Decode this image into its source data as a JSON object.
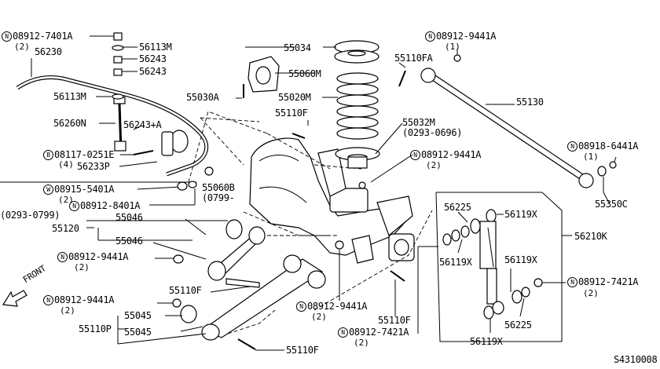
{
  "labels": {
    "l_08912_7401A": {
      "prefix": "N",
      "text": "08912-7401A",
      "qty": "(2)"
    },
    "l_56230": "56230",
    "l_56113M_top": "56113M",
    "l_56243_a": "56243",
    "l_56243_b": "56243",
    "l_56113M": "56113M",
    "l_56260N": "56260N",
    "l_56243A": "56243+A",
    "l_08117": {
      "prefix": "B",
      "text": "08117-0251E",
      "qty": "(4)"
    },
    "l_56233P": "56233P",
    "l_08915": {
      "prefix": "W",
      "text": "08915-5401A",
      "qty": "(2)"
    },
    "l_08912_8401A": {
      "prefix": "N",
      "text": "08912-8401A"
    },
    "l_0293_0799": "(0293-0799)",
    "l_55060B": "55060B",
    "l_0799": "(0799-",
    "l_55046_a": "55046",
    "l_55120": "55120",
    "l_55046_b": "55046",
    "l_08912_9441A_mid": {
      "prefix": "N",
      "text": "08912-9441A",
      "qty": "(2)"
    },
    "l_55110F_mid": "55110F",
    "l_front": "FRONT",
    "l_08912_9441A_low": {
      "prefix": "N",
      "text": "08912-9441A",
      "qty": "(2)"
    },
    "l_55045_a": "55045",
    "l_55110P": "55110P",
    "l_55045_b": "55045",
    "l_55110F_bot": "55110F",
    "l_55034": "55034",
    "l_55060M": "55060M",
    "l_55030A": "55030A",
    "l_55020M": "55020M",
    "l_55110F_top": "55110F",
    "l_55032M": "55032M",
    "l_0293_0696": "(0293-0696)",
    "l_08912_9441A_spr": {
      "prefix": "N",
      "text": "08912-9441A",
      "qty": "(2)"
    },
    "l_08912_9441A_cen": {
      "prefix": "N",
      "text": "08912-9441A",
      "qty": "(2)"
    },
    "l_08912_7421A_cen": {
      "prefix": "N",
      "text": "08912-7421A",
      "qty": "(2)"
    },
    "l_55110F_cen": "55110F",
    "l_08912_9441A_tr": {
      "prefix": "N",
      "text": "08912-9441A",
      "qty": "(1)"
    },
    "l_55110FA": "55110FA",
    "l_55130": "55130",
    "l_08918": {
      "prefix": "N",
      "text": "08918-6441A",
      "qty": "(1)"
    },
    "l_55350C": "55350C",
    "l_56225_top": "56225",
    "l_56119X_top": "56119X",
    "l_56210K": "56210K",
    "l_56119X_mid": "56119X",
    "l_56119X_right": "56119X",
    "l_08912_7421A_r": {
      "prefix": "N",
      "text": "08912-7421A",
      "qty": "(2)"
    },
    "l_56225_bot": "56225",
    "l_56119X_bot": "56119X",
    "l_code": "S4310008"
  }
}
